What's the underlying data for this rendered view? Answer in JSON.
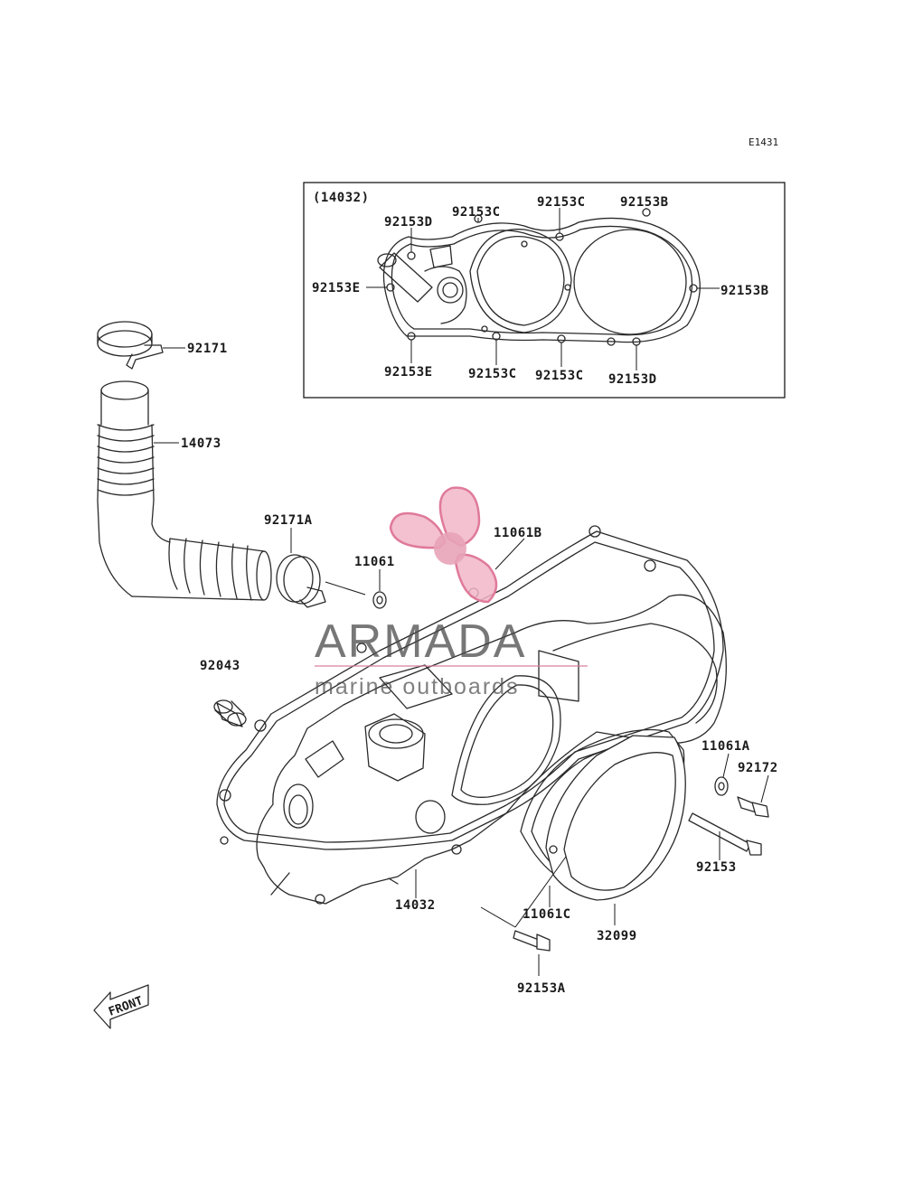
{
  "diagram_code": "E1431",
  "inset": {
    "title": "(14032)",
    "labels": {
      "l_92153D_top": "92153D",
      "l_92153C_top1": "92153C",
      "l_92153C_top2": "92153C",
      "l_92153B_top": "92153B",
      "l_92153E_left": "92153E",
      "l_92153B_right": "92153B",
      "l_92153E_bottom": "92153E",
      "l_92153C_bottom1": "92153C",
      "l_92153C_bottom2": "92153C",
      "l_92153D_bottom": "92153D"
    }
  },
  "parts": {
    "p_92171": "92171",
    "p_14073": "14073",
    "p_92171A": "92171A",
    "p_11061B": "11061B",
    "p_11061": "11061",
    "p_92043": "92043",
    "p_11061A": "11061A",
    "p_92172": "92172",
    "p_92153": "92153",
    "p_14032": "14032",
    "p_11061C": "11061C",
    "p_32099": "32099",
    "p_92153A": "92153A"
  },
  "front_arrow_label": "FRONT",
  "watermark": {
    "brand": "ARMADA",
    "tagline": "marine outboards",
    "colors": {
      "propeller": "#f1b6c8",
      "text": "#4a4a4a"
    }
  }
}
